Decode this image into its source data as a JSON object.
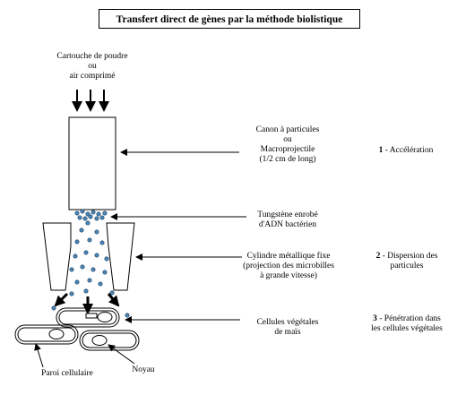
{
  "title": "Transfert direct de gènes par la méthode biolistique",
  "source": {
    "line1": "Cartouche de poudre",
    "line2": "ou",
    "line3": "air comprimé"
  },
  "labels": {
    "canon": {
      "line1": "Canon à particules",
      "line2": "ou",
      "line3": "Macroprojectile",
      "line4": "(1/2 cm de long)"
    },
    "tungstene": {
      "line1": "Tungstène enrobé",
      "line2": "d'ADN bactérien"
    },
    "cylindre": {
      "line1": "Cylindre métallique fixe",
      "line2": "(projection des microbilles",
      "line3": "à grande vitesse)"
    },
    "cellules": {
      "line1": "Cellules végétales",
      "line2": "de maïs"
    },
    "paroi": "Paroi cellulaire",
    "noyau": "Noyau"
  },
  "steps": [
    {
      "number": "1",
      "text": "- Accélération",
      "text2": ""
    },
    {
      "number": "2",
      "text": "- Dispersion des",
      "text2": "particules"
    },
    {
      "number": "3",
      "text": "- Pénétration dans",
      "text2": "les cellules végétales"
    }
  ],
  "colors": {
    "particle": "#4a86b8",
    "line": "#000000"
  }
}
